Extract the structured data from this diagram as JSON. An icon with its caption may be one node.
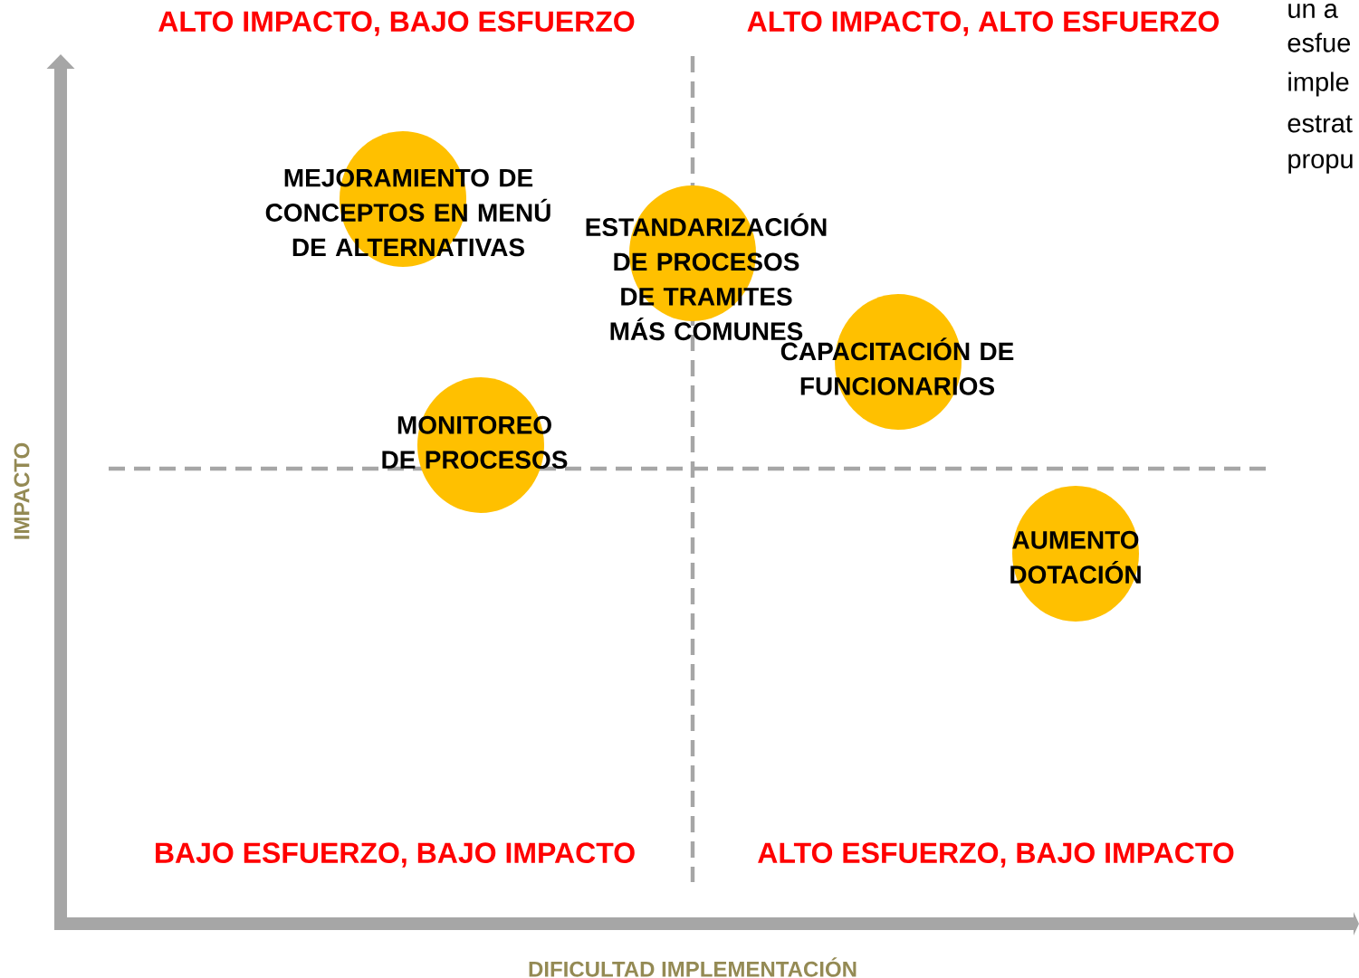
{
  "diagram": {
    "nodes": [
      {
        "text": [
          "MEJORAMIENTO DE CONCEPTOS EN MENÚ DE ALTERNATIVAS"
        ]
      },
      {
        "text": [
          "ESTANDARIZACIÓN DE PROCESOS DE TRAMITES MÁS COMUNES"
        ]
      },
      {
        "text": [
          "CAPACITACIÓN DE FUNCIONARIOS"
        ]
      },
      {
        "text": [
          "MONITOREO DE PROCESOS"
        ]
      },
      {
        "text": [
          "AUMENTO DOTACIÓN"
        ]
      }
    ],
    "labels": [
      "ALTO IMPACTO, BAJO ESFUERZO",
      "ALTO IMPACTO, ALTO ESFUERZO",
      "un a",
      "esfue",
      "imple",
      "estrat",
      "propu",
      "IMPACTO",
      "BAJO ESFUERZO, BAJO IMPACTO",
      "ALTO ESFUERZO, BAJO IMPACTO",
      "DIFICULTAD IMPLEMENTACIÓN"
    ]
  }
}
